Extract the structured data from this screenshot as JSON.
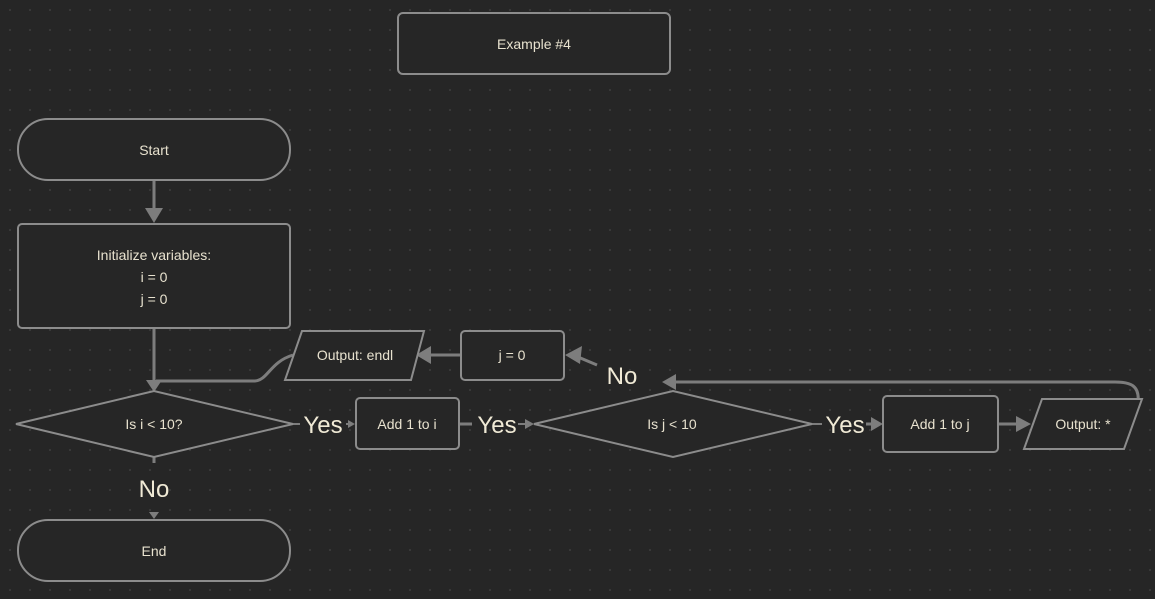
{
  "title": "Example #4",
  "nodes": {
    "start": "Start",
    "init_line1": "Initialize variables:",
    "init_line2": "i = 0",
    "init_line3": "j = 0",
    "cond_i": "Is i < 10?",
    "add_i": "Add 1 to i",
    "cond_j": "Is j < 10",
    "add_j": "Add 1 to j",
    "output_star": "Output: *",
    "reset_j": "j = 0",
    "output_endl": "Output: endl",
    "end": "End"
  },
  "edge_labels": {
    "cond_i_yes": "Yes",
    "add_i_yes": "Yes",
    "cond_j_yes": "Yes",
    "cond_j_no": "No",
    "cond_i_no": "No"
  }
}
